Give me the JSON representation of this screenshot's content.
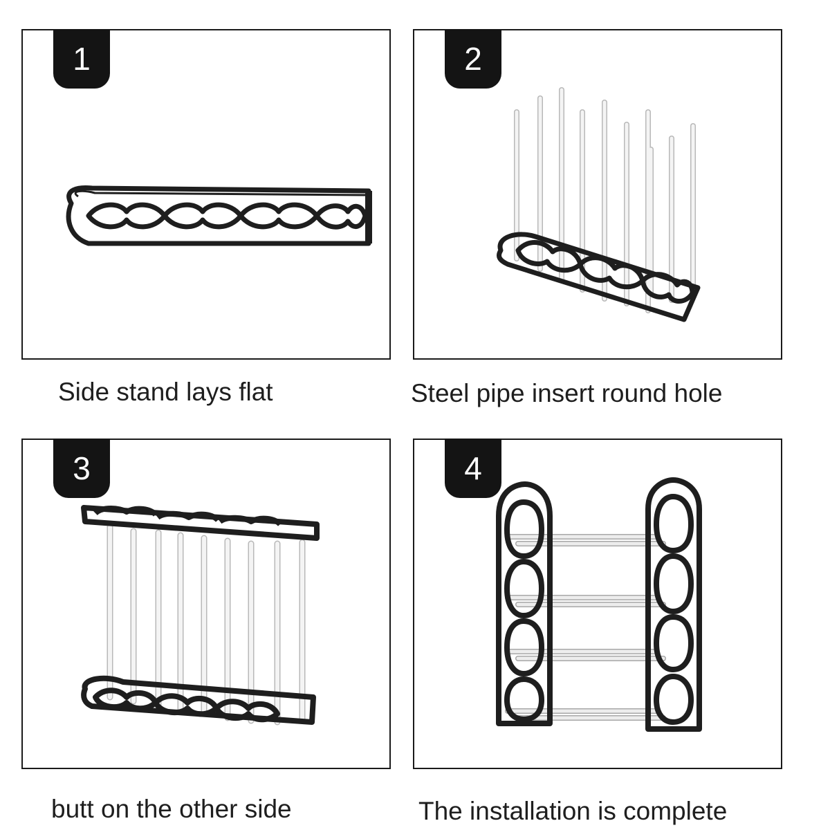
{
  "steps": [
    {
      "number": "1",
      "caption": "Side stand lays flat"
    },
    {
      "number": "2",
      "caption": "Steel pipe insert round hole"
    },
    {
      "number": "3",
      "caption": "butt on the other side"
    },
    {
      "number": "4",
      "caption": "The installation is complete"
    }
  ],
  "colors": {
    "frame": "#1e1e1e",
    "pipe": "#f2f2f2",
    "pipe_shadow": "#b8b8b8",
    "badge": "#141414"
  }
}
